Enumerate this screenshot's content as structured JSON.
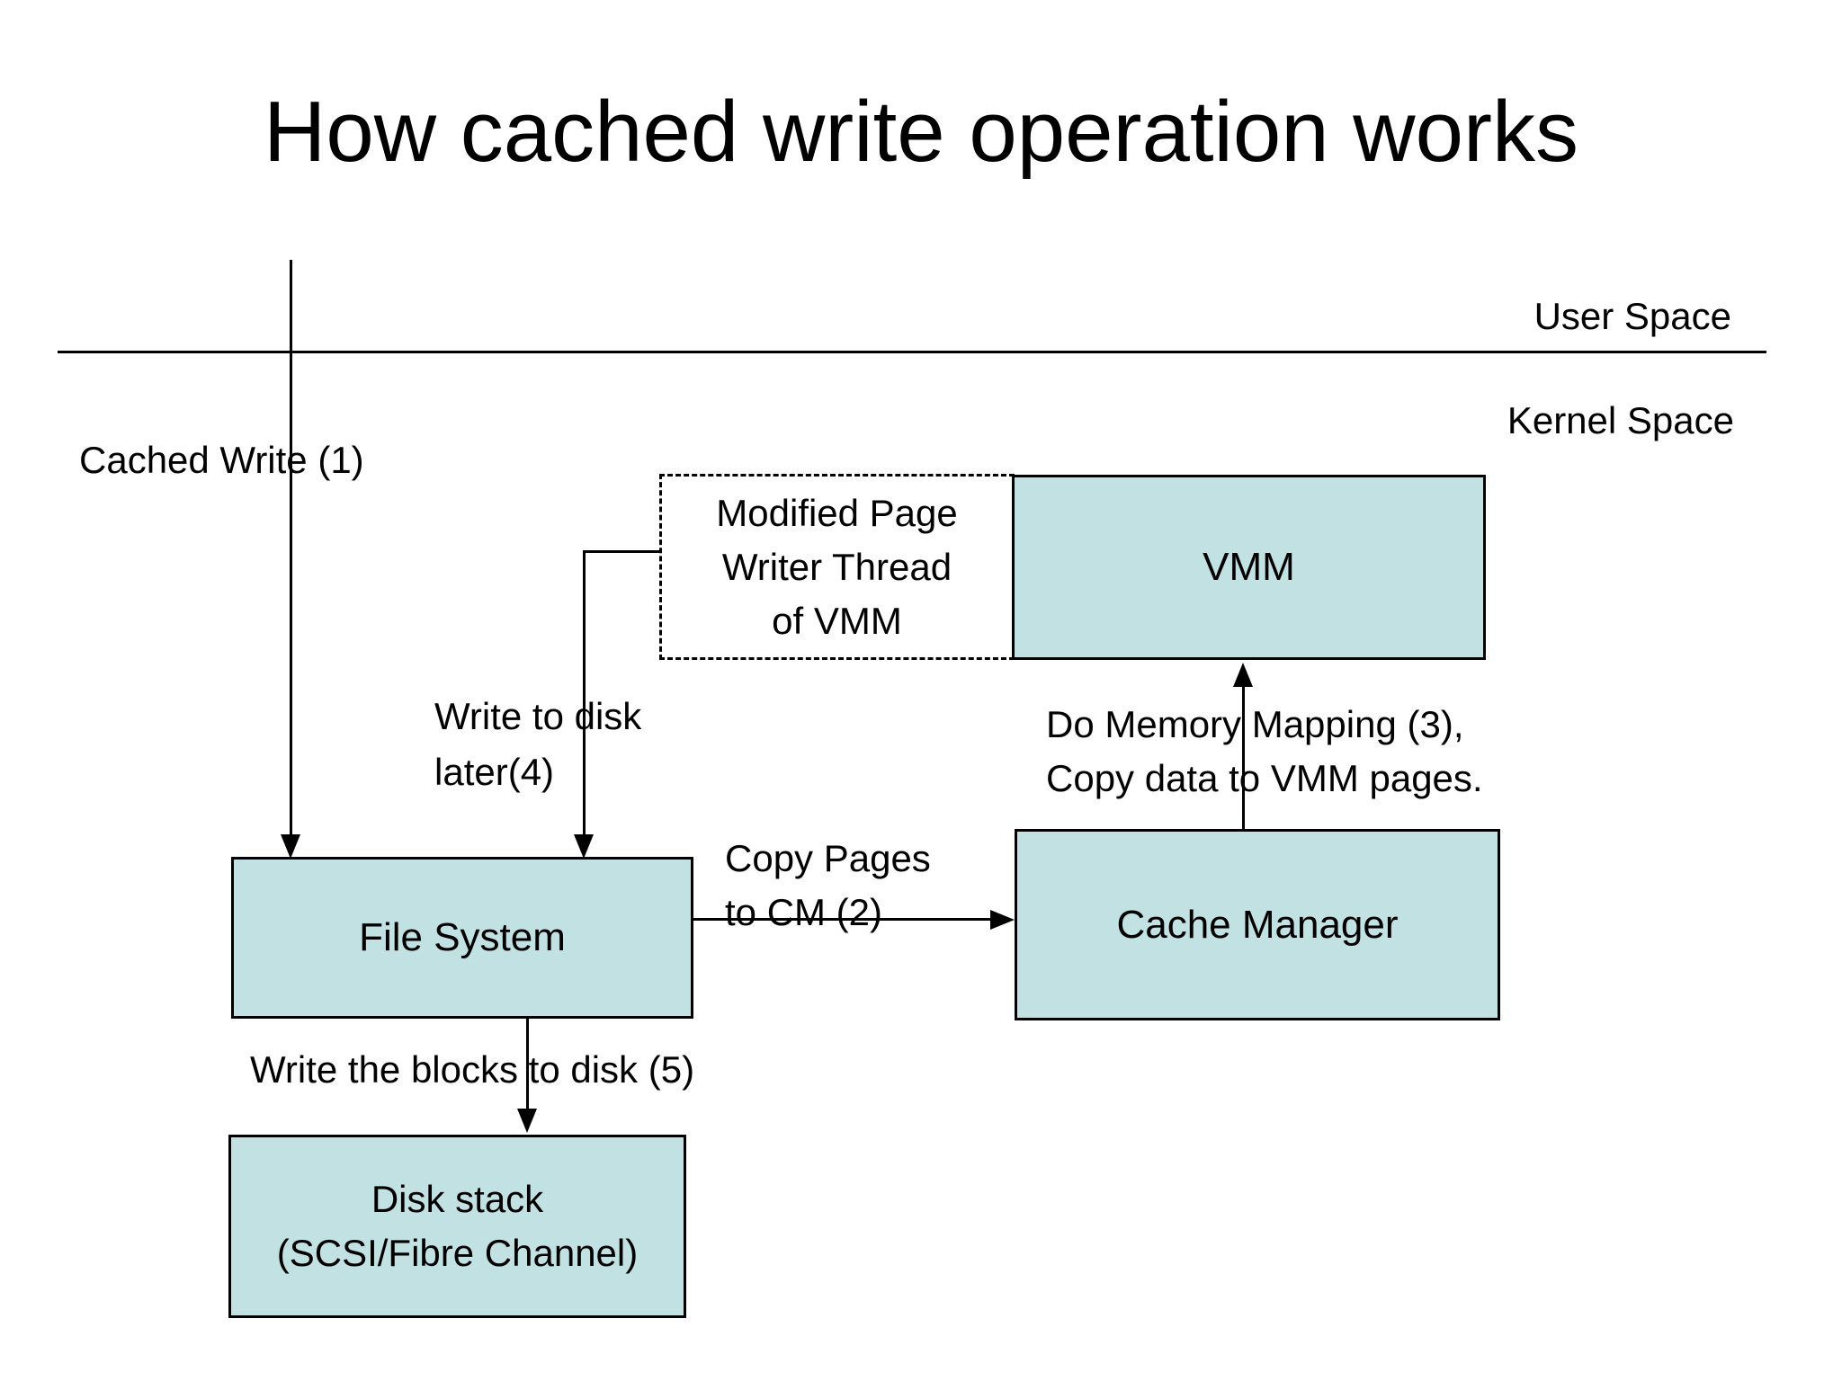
{
  "slide": {
    "title": "How cached write operation works"
  },
  "regions": {
    "user_space_label": "User Space",
    "kernel_space_label": "Kernel Space"
  },
  "boxes": {
    "modified_page_writer": {
      "line1": "Modified Page",
      "line2": "Writer Thread",
      "line3": "of VMM"
    },
    "vmm": {
      "label": "VMM"
    },
    "file_system": {
      "label": "File System"
    },
    "cache_manager": {
      "label": "Cache Manager"
    },
    "disk_stack": {
      "line1": "Disk stack",
      "line2": "(SCSI/Fibre Channel)"
    }
  },
  "arrows": {
    "cached_write_label": "Cached Write (1)",
    "write_to_disk_later": {
      "line1": "Write to disk",
      "line2": "later(4)"
    },
    "copy_pages_to_cm": {
      "line1": "Copy Pages",
      "line2": "to CM (2)"
    },
    "do_memory_mapping": {
      "line1": "Do Memory Mapping (3),",
      "line2": "Copy data to VMM pages."
    },
    "write_blocks_label": "Write the blocks to disk (5)"
  },
  "colors": {
    "box_fill": "#c1e1e3",
    "box_border": "#000000",
    "line": "#000000",
    "text": "#000000",
    "background": "#ffffff"
  }
}
